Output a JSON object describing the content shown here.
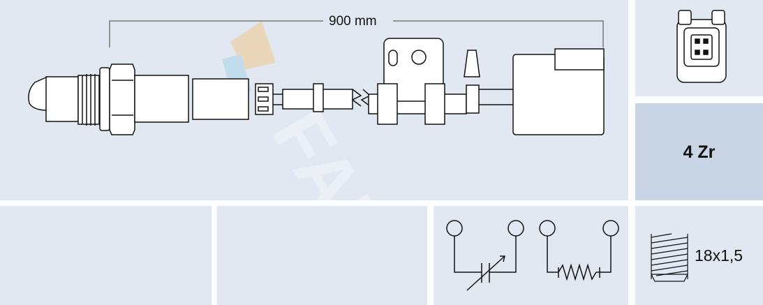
{
  "dimension": {
    "length_label": "900 mm"
  },
  "sensor_type": {
    "label": "4 Zr"
  },
  "thread": {
    "label": "18x1,5"
  },
  "connector": {
    "pins": 4
  },
  "watermark": {
    "brand": "FAE"
  },
  "colors": {
    "panel": "#e1e8f1",
    "panel_highlight": "#c7d5e5",
    "line": "#111111"
  },
  "icons": [
    "connector-4pin-icon",
    "variable-capacitor-icon",
    "resistor-heater-icon",
    "thread-icon"
  ]
}
